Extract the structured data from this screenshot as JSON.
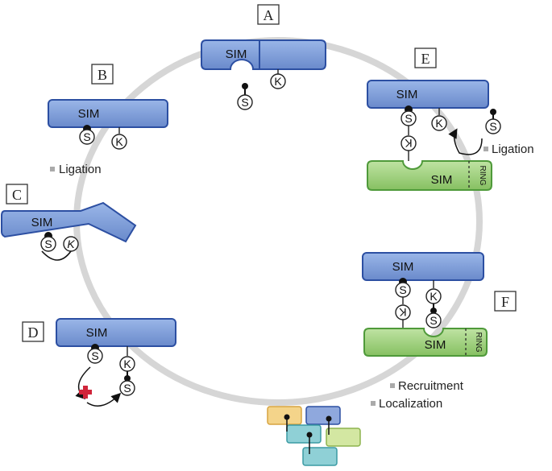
{
  "panels": {
    "a": "A",
    "b": "B",
    "c": "C",
    "d": "D",
    "e": "E",
    "f": "F"
  },
  "domains": {
    "sim": "SIM",
    "ring": "RING"
  },
  "residues": {
    "s": "S",
    "k": "K"
  },
  "notes": {
    "ligation": "Ligation",
    "recruitment": "Recruitment",
    "localization": "Localization"
  },
  "colors": {
    "blue_fill": "#7f9fd8",
    "blue_stroke": "#2c4fa2",
    "green_fill": "#9fd27f",
    "green_stroke": "#4f9a3a",
    "cycle_track": "#d6d6d6",
    "inhibitor_cross": "#d0253a",
    "yellow_fill": "#f4d48a",
    "cyan_fill": "#8fd0d6",
    "lime_fill": "#d3e7a2"
  }
}
